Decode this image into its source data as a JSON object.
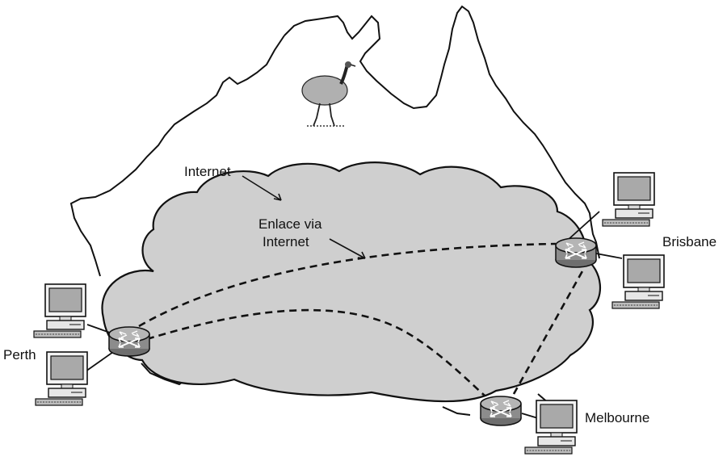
{
  "labels": {
    "internet": "Internet",
    "link_line1": "Enlace via",
    "link_line2": "Internet",
    "perth": "Perth",
    "brisbane": "Brisbane",
    "melbourne": "Melbourne"
  },
  "icons": {
    "map": "australia-map-outline",
    "animal": "emu-icon",
    "cloud": "cloud-icon",
    "router": "router-icon",
    "computer": "desktop-computer-icon"
  },
  "colors": {
    "cloud_fill": "#cfcfcf",
    "router_fill": "#8c8c8c",
    "screen_fill": "#a9a9a9",
    "outline": "#111111"
  },
  "links": [
    {
      "from": "Perth",
      "to": "Brisbane",
      "style": "dashed"
    },
    {
      "from": "Perth",
      "to": "Melbourne",
      "style": "dashed"
    },
    {
      "from": "Melbourne",
      "to": "Brisbane",
      "style": "dashed"
    }
  ]
}
